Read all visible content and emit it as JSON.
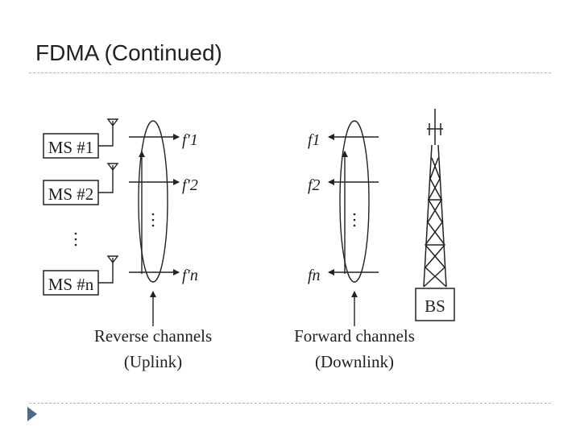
{
  "slide": {
    "title": "FDMA (Continued)"
  },
  "mobiles": [
    "MS #1",
    "MS #2",
    "MS #n"
  ],
  "uplink": {
    "freqs": [
      "f′1",
      "f′2",
      "f′n"
    ],
    "caption1": "Reverse channels",
    "caption2": "(Uplink)"
  },
  "downlink": {
    "freqs": [
      "f1",
      "f2",
      "fn"
    ],
    "caption1": "Forward channels",
    "caption2": "(Downlink)"
  },
  "base_station": {
    "label": "BS"
  },
  "colors": {
    "ink": "#222222",
    "rule": "#a9b3c2",
    "bullet": "#4a6b8e"
  }
}
